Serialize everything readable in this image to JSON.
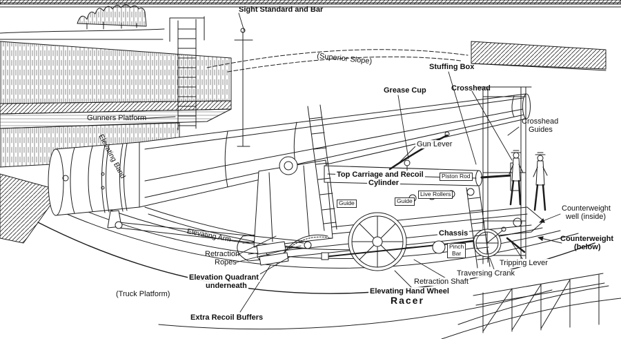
{
  "colors": {
    "ink": "#1c1c1c",
    "paper": "#ffffff"
  },
  "labels": {
    "sight_standard_and_bar": "Sight Standard and Bar",
    "superior_slope": "(Superior Slope)",
    "stuffing_box": "Stuffing Box",
    "grease_cup": "Grease Cup",
    "crosshead": "Crosshead",
    "crosshead_guides_line1": "Crosshead",
    "crosshead_guides_line2": "Guides",
    "gunners_platform": "Gunners Platform",
    "gun_lever": "Gun Lever",
    "top_carriage_line1": "Top Carriage and Recoil",
    "top_carriage_line2": "Cylinder",
    "piston_rod": "Piston Rod",
    "live_rollers": "Live Rollers",
    "guide_left": "Guide",
    "guide_right": "Guide",
    "elevating_band": "Elevating Band",
    "counterweight_well_line1": "Counterweight",
    "counterweight_well_line2": "well (inside)",
    "counterweight_below_line1": "Counterweight",
    "counterweight_below_line2": "(below)",
    "elevating_arm": "Elevating Arm",
    "chassis": "Chassis",
    "pinch_bar_line1": "Pinch",
    "pinch_bar_line2": "Bar",
    "retraction_ropes_line1": "Retraction",
    "retraction_ropes_line2": "Ropes",
    "tripping_lever": "Tripping Lever",
    "traversing_crank": "Traversing Crank",
    "elevation_quadrant_line1": "Elevation Quadrant",
    "elevation_quadrant_line2": "underneath",
    "retraction_shaft": "Retraction Shaft",
    "elevating_hand_wheel": "Elevating Hand Wheel",
    "racer": "Racer",
    "truck_platform": "(Truck Platform)",
    "extra_recoil_buffers": "Extra Recoil Buffers"
  }
}
